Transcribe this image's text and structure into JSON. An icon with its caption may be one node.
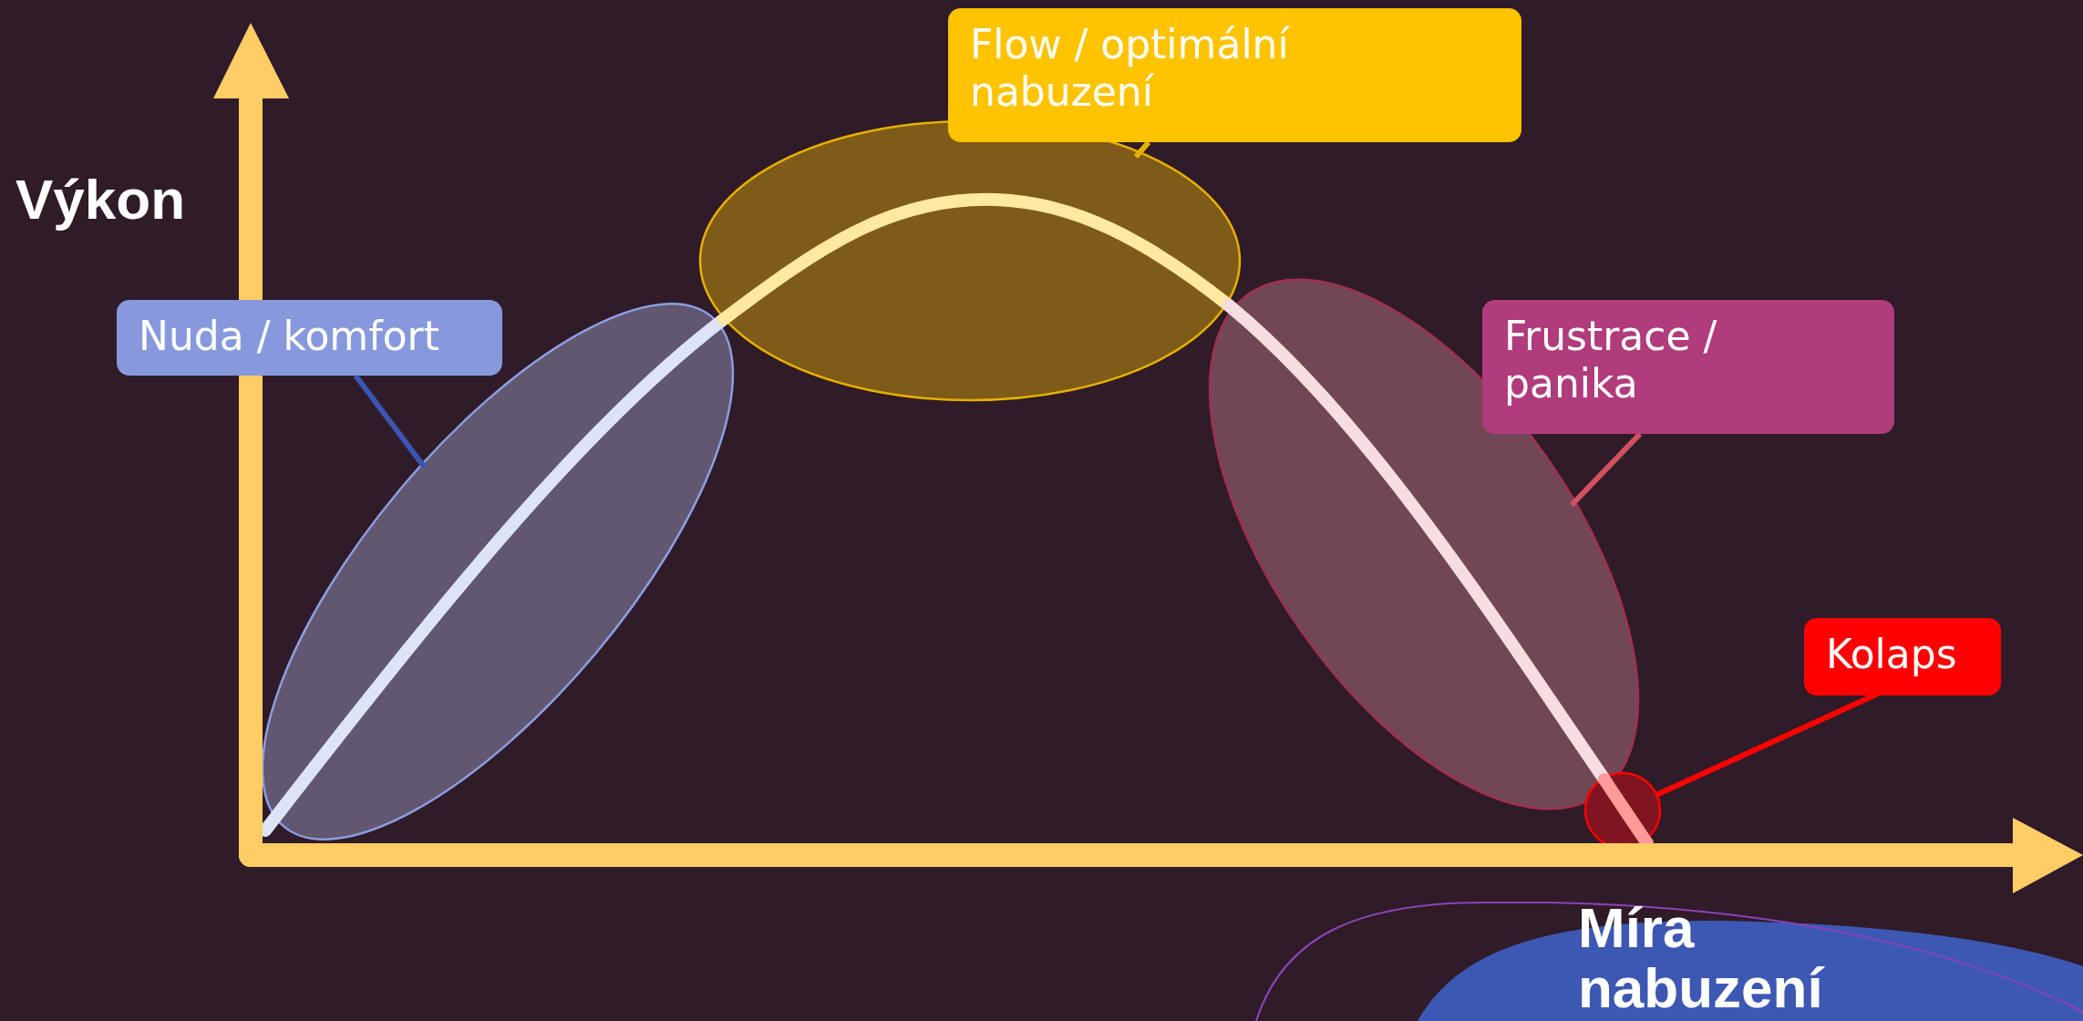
{
  "diagram": {
    "nodes": [
      {
        "text": [
          "Flow / optimální nabuzení"
        ]
      },
      {
        "text": [
          "Nuda / komfort"
        ]
      },
      {
        "text": [
          "Frustrace / panika"
        ]
      },
      {
        "text": [
          "Kolaps"
        ]
      },
      {
        "text": [],
        "shape": "ellipse"
      },
      {
        "text": [],
        "shape": "ellipse"
      },
      {
        "text": [],
        "shape": "ellipse"
      },
      {
        "text": [],
        "shape": "circle"
      }
    ],
    "edges": [
      {
        "from": 0,
        "to": 5,
        "arrow": "none"
      },
      {
        "from": 1,
        "to": 4,
        "arrow": "none",
        "color": "#3a56b0"
      },
      {
        "from": 2,
        "to": 6,
        "arrow": "none",
        "color": "#d05060"
      },
      {
        "from": 3,
        "to": 7,
        "arrow": "none",
        "color": "#ff0000"
      }
    ],
    "labels": [
      "Výkon",
      "Míra nabuzení"
    ]
  }
}
